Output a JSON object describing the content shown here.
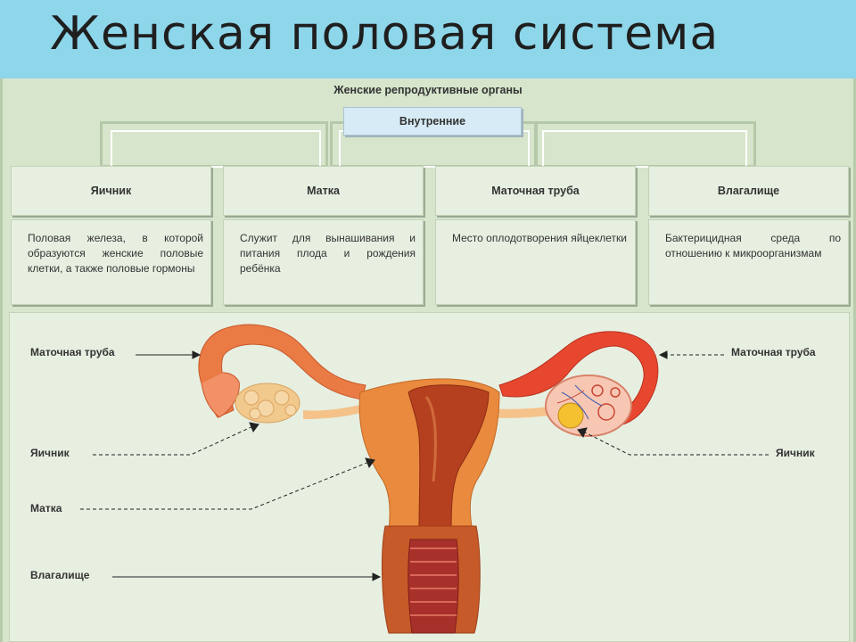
{
  "title": "Женская половая система",
  "subtitle": "Женские репродуктивные органы",
  "center_label": "Внутренние",
  "cards": [
    {
      "name": "Яичник",
      "text": "Половая железа, в которой образуются женские половые клетки, а также половые гормоны"
    },
    {
      "name": "Матка",
      "text": "Служит для вынашивания и питания плода и рождения ребёнка"
    },
    {
      "name": "Маточная труба",
      "text": "Место оплодотворения яйцеклетки"
    },
    {
      "name": "Влагалище",
      "text": "Бактерицидная среда по отношению к микроорганизмам"
    }
  ],
  "labels": {
    "left_tube": "Маточная труба",
    "right_tube": "Маточная труба",
    "left_ovary": "Яичник",
    "right_ovary": "Яичник",
    "uterus": "Матка",
    "vagina": "Влагалище"
  },
  "colors": {
    "header": "#8ed6ea",
    "panel": "#d6e5cc",
    "card": "#e7efe1",
    "center_box": "#d6ebf5",
    "uterus": "#e98a3e",
    "tube_right": "#e8472f",
    "ovary": "#f2c98c"
  }
}
